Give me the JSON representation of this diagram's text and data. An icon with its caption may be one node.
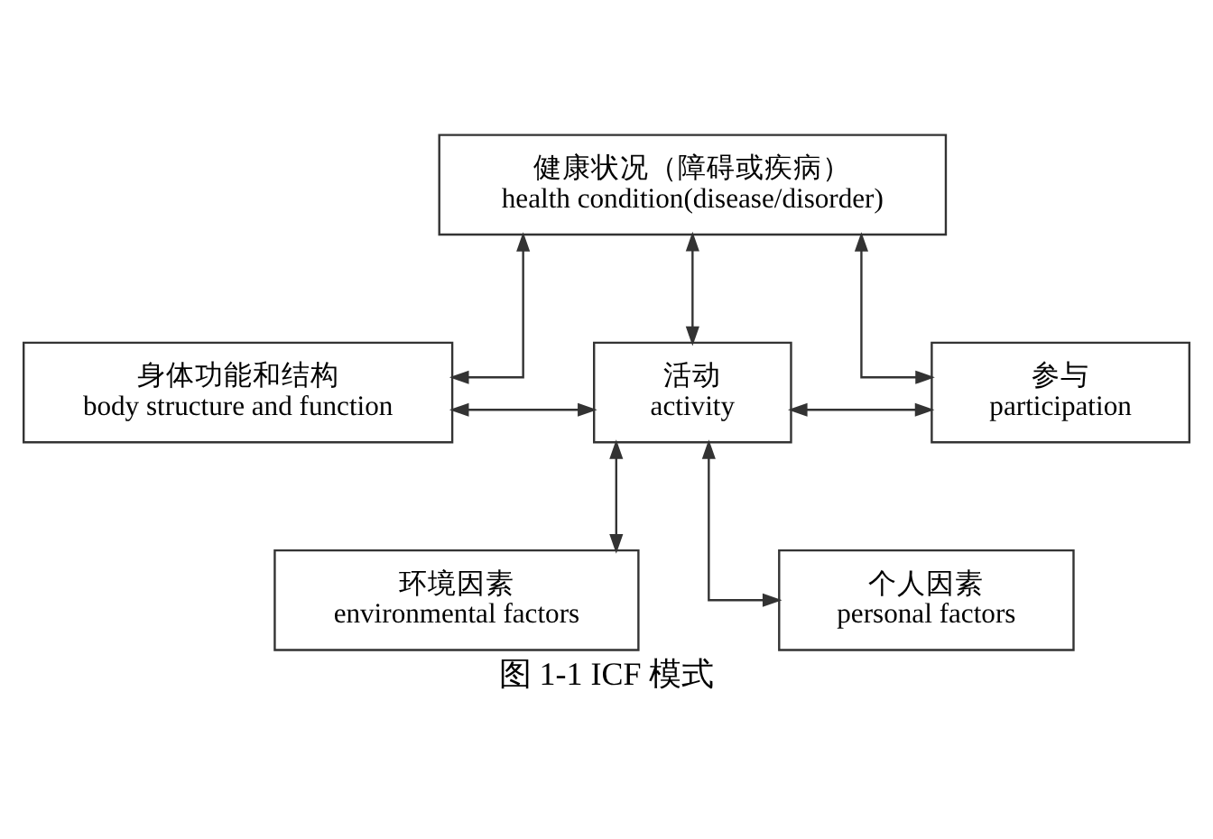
{
  "diagram": {
    "caption": "图 1-1 ICF 模式",
    "nodes": [
      {
        "text": [
          "健康状况（障碍或疾病）",
          "health condition(disease/disorder)"
        ]
      },
      {
        "text": [
          "身体功能和结构",
          "body structure and function"
        ]
      },
      {
        "text": [
          "活动",
          "activity"
        ]
      },
      {
        "text": [
          "参与",
          "participation"
        ]
      },
      {
        "text": [
          "环境因素",
          "environmental factors"
        ]
      },
      {
        "text": [
          "个人因素",
          "personal factors"
        ]
      }
    ],
    "edges": [
      {
        "from": 0,
        "to": 1,
        "arrow": "both"
      },
      {
        "from": 0,
        "to": 2,
        "arrow": "both"
      },
      {
        "from": 0,
        "to": 3,
        "arrow": "both"
      },
      {
        "from": 1,
        "to": 2,
        "arrow": "both"
      },
      {
        "from": 2,
        "to": 3,
        "arrow": "both"
      },
      {
        "from": 2,
        "to": 4,
        "arrow": "both"
      },
      {
        "from": 2,
        "to": 5,
        "arrow": "both"
      }
    ]
  }
}
